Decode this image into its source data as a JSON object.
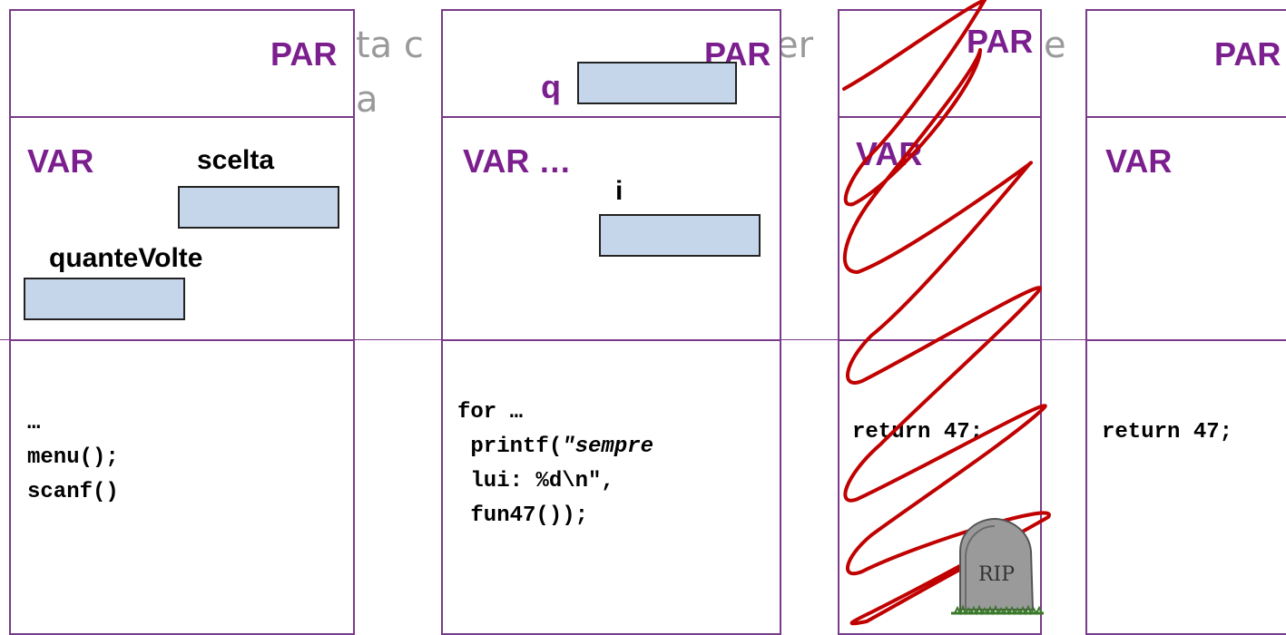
{
  "background_text": {
    "line1_a": "ta c",
    "line1_b": "er",
    "line1_c": "e",
    "line2": "a"
  },
  "frames": [
    {
      "par_label": "PAR",
      "var_label": "VAR",
      "vars": [
        {
          "name": "scelta"
        },
        {
          "name": "quanteVolte"
        }
      ],
      "code": [
        "…",
        "menu();",
        "scanf()"
      ]
    },
    {
      "par_label": "PAR",
      "param": {
        "name": "q"
      },
      "var_label": "VAR …",
      "vars": [
        {
          "name": "i"
        }
      ],
      "code": {
        "line1": "for …",
        "line2_prefix": " printf(",
        "line2_italic": "\"sempre",
        "line3": " lui: %d\\n\",",
        "line4": " fun47());"
      }
    },
    {
      "par_label": "PAR",
      "var_label": "VAR",
      "code": [
        "return 47;"
      ],
      "crossed_out": true,
      "tombstone_text": "RIP"
    },
    {
      "par_label": "PAR",
      "var_label": "VAR",
      "code": [
        "return 47;"
      ]
    }
  ],
  "colors": {
    "frame_border": "#7a3b8a",
    "label": "#7b1f8f",
    "value_box": "#c6d6ea",
    "scribble": "#c00000"
  }
}
